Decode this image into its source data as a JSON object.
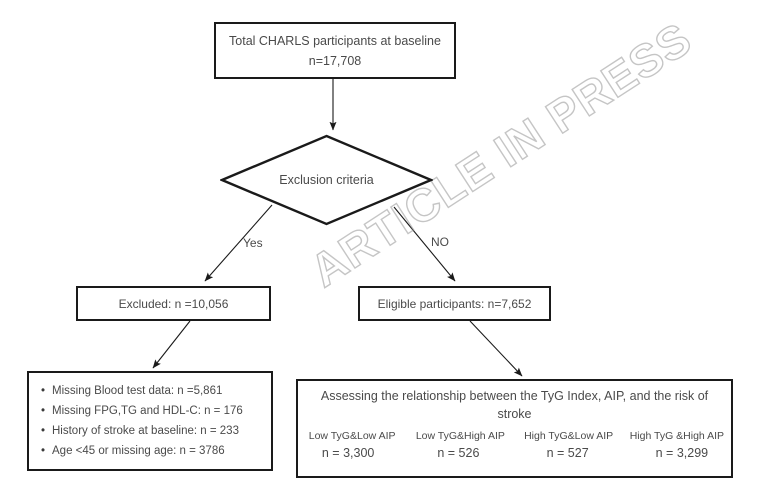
{
  "figure": {
    "type": "flowchart",
    "watermark": "ARTICLE IN PRESS"
  },
  "nodes": {
    "total": {
      "line1": "Total CHARLS participants at baseline",
      "line2": "n=17,708"
    },
    "decision": {
      "label": "Exclusion criteria"
    },
    "branches": {
      "yes": "Yes",
      "no": "NO"
    },
    "excluded": {
      "label": "Excluded: n =10,056"
    },
    "eligible": {
      "label": "Eligible participants: n=7,652"
    },
    "exclusions": {
      "items": [
        "Missing Blood test data: n =5,861",
        "Missing FPG,TG and HDL-C: n = 176",
        "History of stroke at baseline: n = 233",
        "Age <45 or missing age: n = 3786"
      ]
    },
    "analysis": {
      "title": "Assessing the relationship between the TyG Index, AIP, and the risk of stroke",
      "groups": [
        {
          "name": "Low TyG&Low AIP",
          "n": "n = 3,300"
        },
        {
          "name": "Low TyG&High AIP",
          "n": "n = 526"
        },
        {
          "name": "High TyG&Low AIP",
          "n": "n = 527"
        },
        {
          "name": "High TyG &High AIP",
          "n": "n = 3,299"
        }
      ]
    }
  },
  "colors": {
    "stroke": "#1a1a1a",
    "text": "#4a4a4a",
    "background": "#ffffff",
    "watermark": "#969696"
  }
}
